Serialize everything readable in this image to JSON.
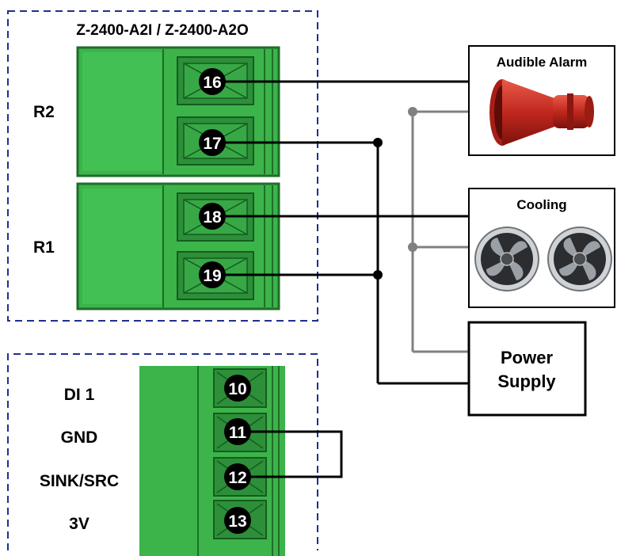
{
  "module_title": "Z-2400-A2I / Z-2400-A2O",
  "relays": [
    {
      "label": "R2",
      "terminals": [
        "16",
        "17"
      ]
    },
    {
      "label": "R1",
      "terminals": [
        "18",
        "19"
      ]
    }
  ],
  "input_block": {
    "labels": [
      "DI 1",
      "GND",
      "SINK/SRC",
      "3V"
    ],
    "terminals": [
      "10",
      "11",
      "12",
      "13"
    ]
  },
  "devices": {
    "alarm": "Audible Alarm",
    "cooling": "Cooling",
    "power_supply_line1": "Power",
    "power_supply_line2": "Supply"
  },
  "icons": {
    "alarm": "siren-horn-icon",
    "fan": "axial-fan-icon"
  },
  "colors": {
    "terminal_green": "#3cb44a",
    "dashed_border": "#1f2f8f",
    "wire": "#000000",
    "wire_gray": "#808080"
  }
}
